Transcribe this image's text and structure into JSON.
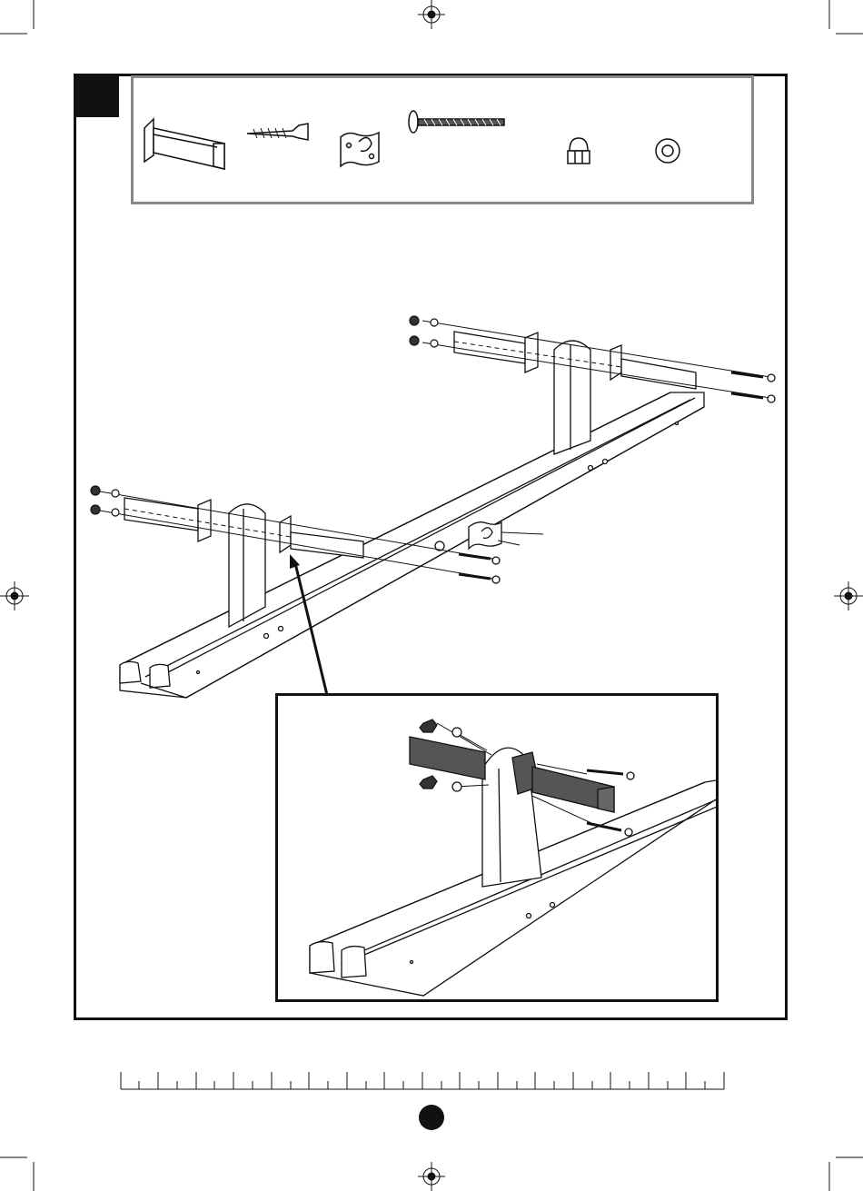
{
  "page": {
    "step_marker_icon": "black-square-step-marker",
    "page_marker_icon": "black-circle-page-marker"
  },
  "parts": [
    {
      "name": "bracket-arm",
      "icon": "bracket-arm-icon"
    },
    {
      "name": "wood-screw",
      "icon": "wood-screw-icon"
    },
    {
      "name": "hook-plate",
      "icon": "hook-plate-icon"
    },
    {
      "name": "long-bolt",
      "icon": "long-bolt-icon"
    },
    {
      "name": "cap-nut",
      "icon": "cap-nut-icon"
    },
    {
      "name": "washer",
      "icon": "washer-icon"
    }
  ],
  "colors": {
    "line": "#111111",
    "parts_border": "#888888",
    "highlight_part": "#555555"
  }
}
